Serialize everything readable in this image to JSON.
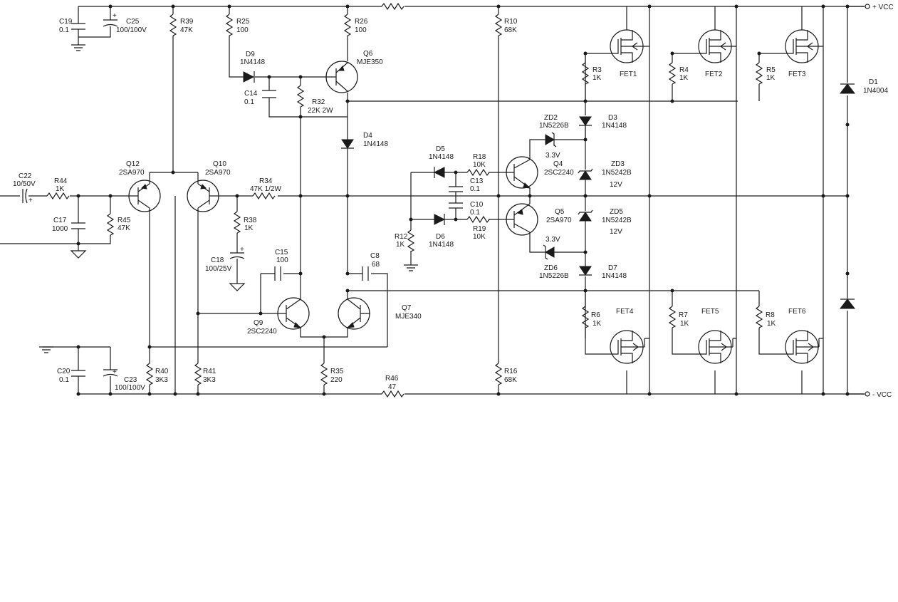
{
  "rails": {
    "pos": "+ VCC",
    "neg": "- VCC"
  },
  "components": {
    "c19": {
      "ref": "C19",
      "val": "0.1"
    },
    "c25": {
      "ref": "C25",
      "val": "100/100V"
    },
    "r39": {
      "ref": "R39",
      "val": "47K"
    },
    "r25": {
      "ref": "R25",
      "val": "100"
    },
    "r26": {
      "ref": "R26",
      "val": "100"
    },
    "r10": {
      "ref": "R10",
      "val": "68K"
    },
    "d9": {
      "ref": "D9",
      "val": "1N4148"
    },
    "q6": {
      "ref": "Q6",
      "val": "MJE350"
    },
    "c14": {
      "ref": "C14",
      "val": "0.1"
    },
    "r32": {
      "ref": "R32",
      "val": "22K 2W"
    },
    "d4": {
      "ref": "D4",
      "val": "1N4148"
    },
    "fet1": {
      "ref": "FET1"
    },
    "fet2": {
      "ref": "FET2"
    },
    "fet3": {
      "ref": "FET3"
    },
    "r3": {
      "ref": "R3",
      "val": "1K"
    },
    "r4": {
      "ref": "R4",
      "val": "1K"
    },
    "r5": {
      "ref": "R5",
      "val": "1K"
    },
    "d1": {
      "ref": "D1",
      "val": "1N4004"
    },
    "zd2": {
      "ref": "ZD2",
      "val": "1N5226B",
      "v": "3.3V"
    },
    "d3": {
      "ref": "D3",
      "val": "1N4148"
    },
    "zd3": {
      "ref": "ZD3",
      "val": "1N5242B",
      "v": "12V"
    },
    "q4": {
      "ref": "Q4",
      "val": "2SC2240"
    },
    "d5": {
      "ref": "D5",
      "val": "1N4148"
    },
    "r18": {
      "ref": "R18",
      "val": "10K"
    },
    "c13": {
      "ref": "C13",
      "val": "0.1"
    },
    "c22": {
      "ref": "C22",
      "val": "10/50V"
    },
    "r44": {
      "ref": "R44",
      "val": "1K"
    },
    "q12": {
      "ref": "Q12",
      "val": "2SA970"
    },
    "q10": {
      "ref": "Q10",
      "val": "2SA970"
    },
    "r34": {
      "ref": "R34",
      "val": "47K 1/2W"
    },
    "c17": {
      "ref": "C17",
      "val": "1000"
    },
    "r45": {
      "ref": "R45",
      "val": "47K"
    },
    "r38": {
      "ref": "R38",
      "val": "1K"
    },
    "c18": {
      "ref": "C18",
      "val": "100/25V"
    },
    "c10": {
      "ref": "C10",
      "val": "0.1"
    },
    "r19": {
      "ref": "R19",
      "val": "10K"
    },
    "d6": {
      "ref": "D6",
      "val": "1N4148"
    },
    "r12": {
      "ref": "R12",
      "val": "1K"
    },
    "q5": {
      "ref": "Q5",
      "val": "2SA970"
    },
    "zd5": {
      "ref": "ZD5",
      "val": "1N5242B",
      "v": "12V"
    },
    "zd6": {
      "ref": "ZD6",
      "val": "1N5226B",
      "v": "3.3V"
    },
    "d7": {
      "ref": "D7",
      "val": "1N4148"
    },
    "c15": {
      "ref": "C15",
      "val": "100"
    },
    "c8": {
      "ref": "C8",
      "val": "68"
    },
    "q9": {
      "ref": "Q9",
      "val": "2SC2240"
    },
    "q7": {
      "ref": "Q7",
      "val": "MJE340"
    },
    "r6": {
      "ref": "R6",
      "val": "1K"
    },
    "r7": {
      "ref": "R7",
      "val": "1K"
    },
    "r8": {
      "ref": "R8",
      "val": "1K"
    },
    "fet4": {
      "ref": "FET4"
    },
    "fet5": {
      "ref": "FET5"
    },
    "fet6": {
      "ref": "FET6"
    },
    "c20": {
      "ref": "C20",
      "val": "0.1"
    },
    "c23": {
      "ref": "C23",
      "val": "100/100V"
    },
    "r40": {
      "ref": "R40",
      "val": "3K3"
    },
    "r41": {
      "ref": "R41",
      "val": "3K3"
    },
    "r35": {
      "ref": "R35",
      "val": "220"
    },
    "r46": {
      "ref": "R46",
      "val": "47"
    },
    "r16": {
      "ref": "R16",
      "val": "68K"
    }
  }
}
